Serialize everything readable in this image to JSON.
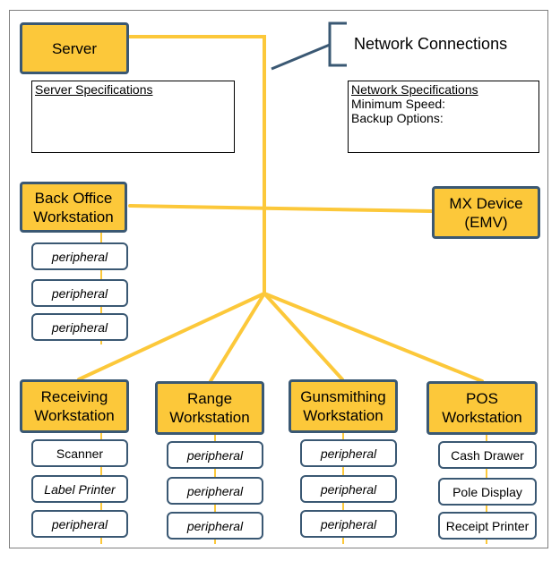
{
  "server": {
    "label": "Server"
  },
  "network": {
    "label": "Network Connections"
  },
  "server_specs": {
    "title": "Server Specifications"
  },
  "network_specs": {
    "title": "Network Specifications",
    "lines": [
      "Minimum Speed:",
      "Backup Options:"
    ]
  },
  "back_office": {
    "label": "Back Office\nWorkstation",
    "peripherals": [
      "peripheral",
      "peripheral",
      "peripheral"
    ]
  },
  "mx_device": {
    "label": "MX Device\n(EMV)"
  },
  "receiving": {
    "label": "Receiving\nWorkstation",
    "peripherals": [
      "Scanner",
      "Label Printer",
      "peripheral"
    ]
  },
  "range": {
    "label": "Range\nWorkstation",
    "peripherals": [
      "peripheral",
      "peripheral",
      "peripheral"
    ]
  },
  "gunsmithing": {
    "label": "Gunsmithing\nWorkstation",
    "peripherals": [
      "peripheral",
      "peripheral",
      "peripheral"
    ]
  },
  "pos": {
    "label": "POS\nWorkstation",
    "peripherals": [
      "Cash Drawer",
      "Pole Display",
      "Receipt Printer"
    ]
  },
  "colors": {
    "node_fill": "#fcc83a",
    "node_border": "#3a5873",
    "connector": "#fcc83a"
  }
}
